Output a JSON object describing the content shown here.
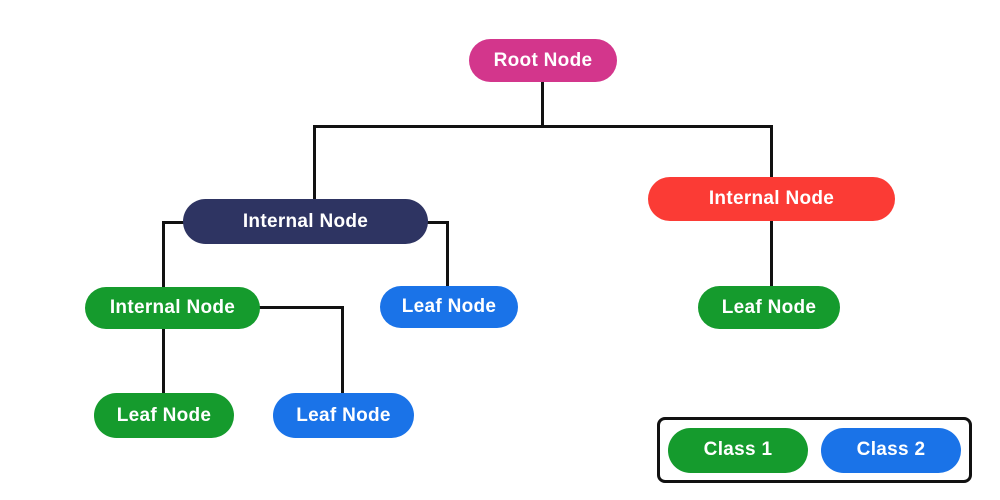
{
  "diagram": {
    "type": "decision-tree",
    "background": "#ffffff",
    "line_color": "#111111",
    "node_text_color": "#ffffff"
  },
  "nodes": [
    {
      "id": "root",
      "label": "Root Node",
      "color": "#d3368c"
    },
    {
      "id": "internal-left",
      "label": "Internal Node",
      "color": "#2e3462"
    },
    {
      "id": "internal-right",
      "label": "Internal Node",
      "color": "#fb3b35"
    },
    {
      "id": "internal-left-child",
      "label": "Internal Node",
      "color": "#159b2d"
    },
    {
      "id": "leaf-middle",
      "label": "Leaf Node",
      "color": "#1a73e8"
    },
    {
      "id": "leaf-right",
      "label": "Leaf Node",
      "color": "#159b2d"
    },
    {
      "id": "leaf-bottom-left",
      "label": "Leaf Node",
      "color": "#159b2d"
    },
    {
      "id": "leaf-bottom-middle",
      "label": "Leaf Node",
      "color": "#1a73e8"
    }
  ],
  "legend": {
    "items": [
      {
        "label": "Class 1",
        "color": "#159b2d"
      },
      {
        "label": "Class 2",
        "color": "#1a73e8"
      }
    ]
  }
}
